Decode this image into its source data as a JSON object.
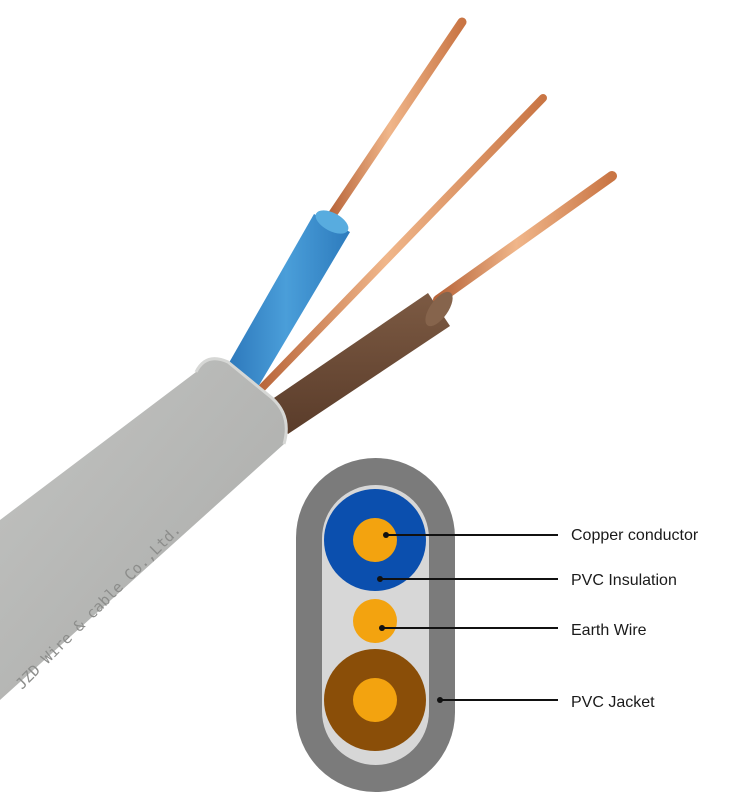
{
  "cable_print": "JZD Wire & cable Co.,Ltd.",
  "cross_section": {
    "labels": {
      "copper_conductor": "Copper conductor",
      "pvc_insulation": "PVC Insulation",
      "earth_wire": "Earth Wire",
      "pvc_jacket": "PVC Jacket"
    }
  },
  "colors": {
    "jacket_gray": "#b4b5b3",
    "jacket_dark_gray": "#7b7b7b",
    "inner_fill": "#d7d7d7",
    "blue_insulation": "#0b4fae",
    "cable_blue": "#3b8ccc",
    "brown_insulation": "#8a4e08",
    "cable_brown": "#6a4a36",
    "copper": "#f3a30f",
    "copper_wire": "#d58a4f"
  },
  "icons": [
    "flat-twin-earth-cable-photo",
    "cable-cross-section-diagram"
  ]
}
